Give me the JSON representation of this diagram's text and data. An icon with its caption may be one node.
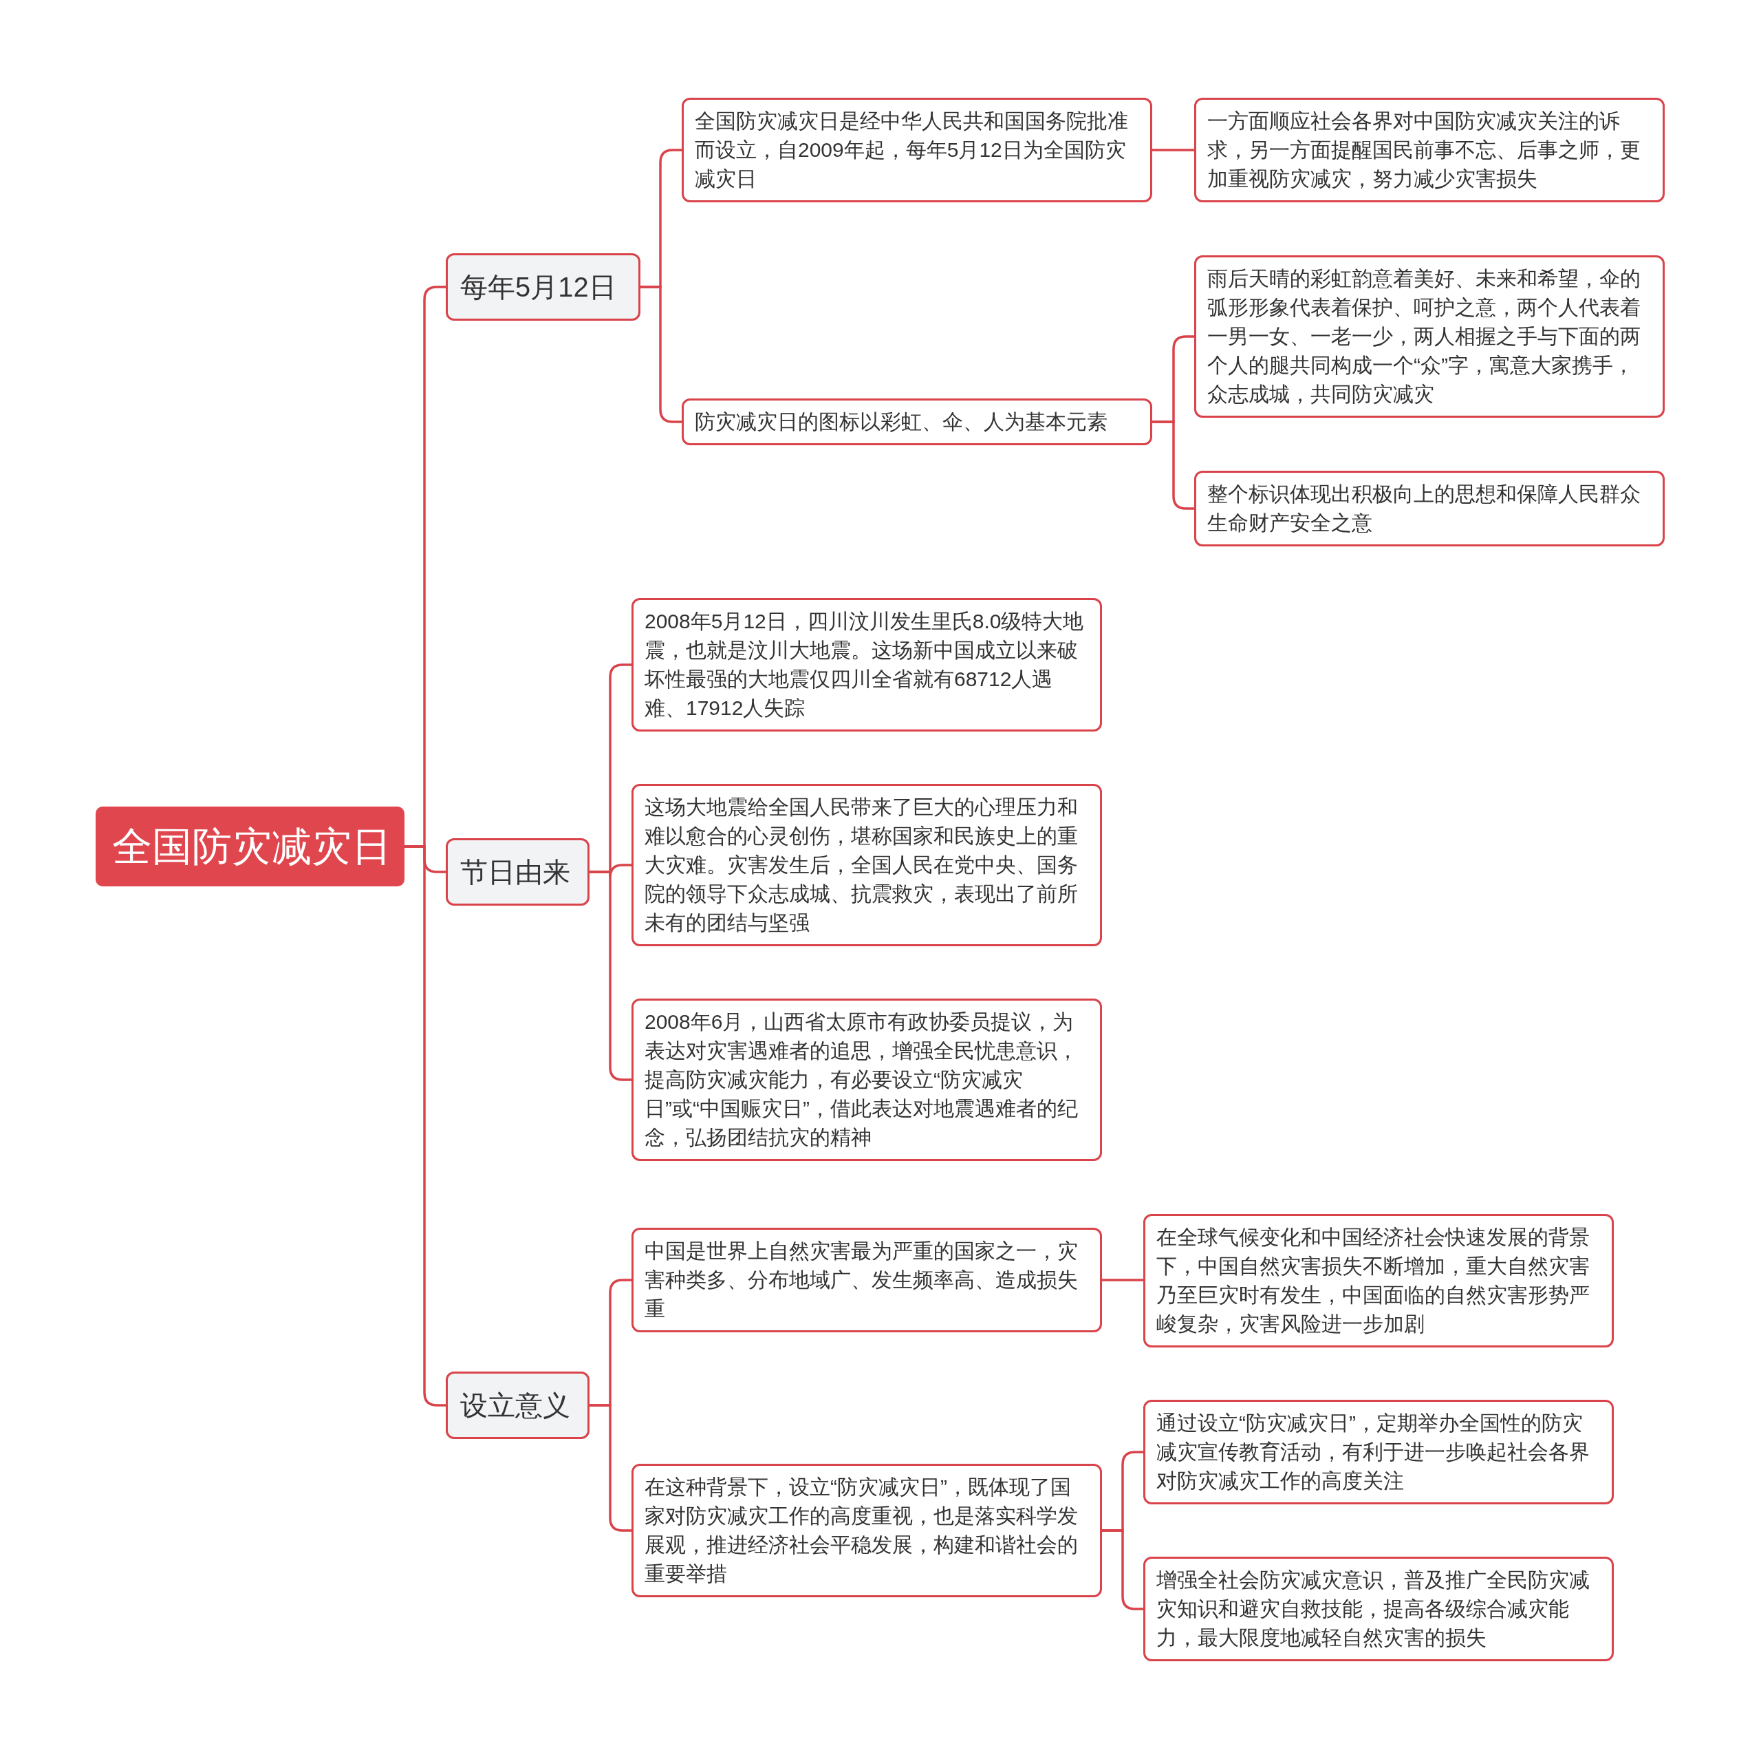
{
  "diagram": {
    "nodes": [
      {
        "text": [
          "全国防灾减灾日"
        ]
      },
      {
        "text": [
          "每年5月12日"
        ]
      },
      {
        "text": [
          "全国防灾减灾日是经中华人民共和国国务院批准而设立，自2009年起，每年5月12日为全国防灾减灾日"
        ]
      },
      {
        "text": [
          "一方面顺应社会各界对中国防灾减灾关注的诉求，另一方面提醒国民前事不忘、后事之师，更加重视防灾减灾，努力减少灾害损失"
        ]
      },
      {
        "text": [
          "防灾减灾日的图标以彩虹、伞、人为基本元素"
        ]
      },
      {
        "text": [
          "雨后天晴的彩虹韵意着美好、未来和希望，伞的弧形形象代表着保护、呵护之意，两个人代表着一男一女、一老一少，两人相握之手与下面的两个人的腿共同构成一个“众”字，寓意大家携手，众志成城，共同防灾减灾"
        ]
      },
      {
        "text": [
          "整个标识体现出积极向上的思想和保障人民群众生命财产安全之意"
        ]
      },
      {
        "text": [
          "节日由来"
        ]
      },
      {
        "text": [
          "2008年5月12日，四川汶川发生里氏8.0级特大地震，也就是汶川大地震。这场新中国成立以来破坏性最强的大地震仅四川全省就有68712人遇难、17912人失踪"
        ]
      },
      {
        "text": [
          "这场大地震给全国人民带来了巨大的心理压力和难以愈合的心灵创伤，堪称国家和民族史上的重大灾难。灾害发生后，全国人民在党中央、国务院的领导下众志成城、抗震救灾，表现出了前所未有的团结与坚强"
        ]
      },
      {
        "text": [
          "2008年6月，山西省太原市有政协委员提议，为表达对灾害遇难者的追思，增强全民忧患意识，提高防灾减灾能力，有必要设立“防灾减灾日”或“中国赈灾日”，借此表达对地震遇难者的纪念，弘扬团结抗灾的精神"
        ]
      },
      {
        "text": [
          "设立意义"
        ]
      },
      {
        "text": [
          "中国是世界上自然灾害最为严重的国家之一，灾害种类多、分布地域广、发生频率高、造成损失重"
        ]
      },
      {
        "text": [
          "在全球气候变化和中国经济社会快速发展的背景下，中国自然灾害损失不断增加，重大自然灾害乃至巨灾时有发生，中国面临的自然灾害形势严峻复杂，灾害风险进一步加剧"
        ]
      },
      {
        "text": [
          "在这种背景下，设立“防灾减灾日”，既体现了国家对防灾减灾工作的高度重视，也是落实科学发展观，推进经济社会平稳发展，构建和谐社会的重要举措"
        ]
      },
      {
        "text": [
          "通过设立“防灾减灾日”，定期举办全国性的防灾减灾宣传教育活动，有利于进一步唤起社会各界对防灾减灾工作的高度关注"
        ]
      },
      {
        "text": [
          "增强全社会防灾减灾意识，普及推广全民防灾减灾知识和避灾自救技能，提高各级综合减灾能力，最大限度地减轻自然灾害的损失"
        ]
      }
    ],
    "edges": [
      {
        "from": 0,
        "to": 1,
        "arrow": "none"
      },
      {
        "from": 0,
        "to": 7,
        "arrow": "none"
      },
      {
        "from": 0,
        "to": 11,
        "arrow": "none"
      },
      {
        "from": 1,
        "to": 2,
        "arrow": "none"
      },
      {
        "from": 1,
        "to": 4,
        "arrow": "none"
      },
      {
        "from": 2,
        "to": 3,
        "arrow": "none"
      },
      {
        "from": 4,
        "to": 5,
        "arrow": "none"
      },
      {
        "from": 4,
        "to": 6,
        "arrow": "none"
      },
      {
        "from": 7,
        "to": 8,
        "arrow": "none"
      },
      {
        "from": 7,
        "to": 9,
        "arrow": "none"
      },
      {
        "from": 7,
        "to": 10,
        "arrow": "none"
      },
      {
        "from": 11,
        "to": 12,
        "arrow": "none"
      },
      {
        "from": 11,
        "to": 14,
        "arrow": "none"
      },
      {
        "from": 12,
        "to": 13,
        "arrow": "none"
      },
      {
        "from": 14,
        "to": 15,
        "arrow": "none"
      },
      {
        "from": 14,
        "to": 16,
        "arrow": "none"
      }
    ]
  }
}
